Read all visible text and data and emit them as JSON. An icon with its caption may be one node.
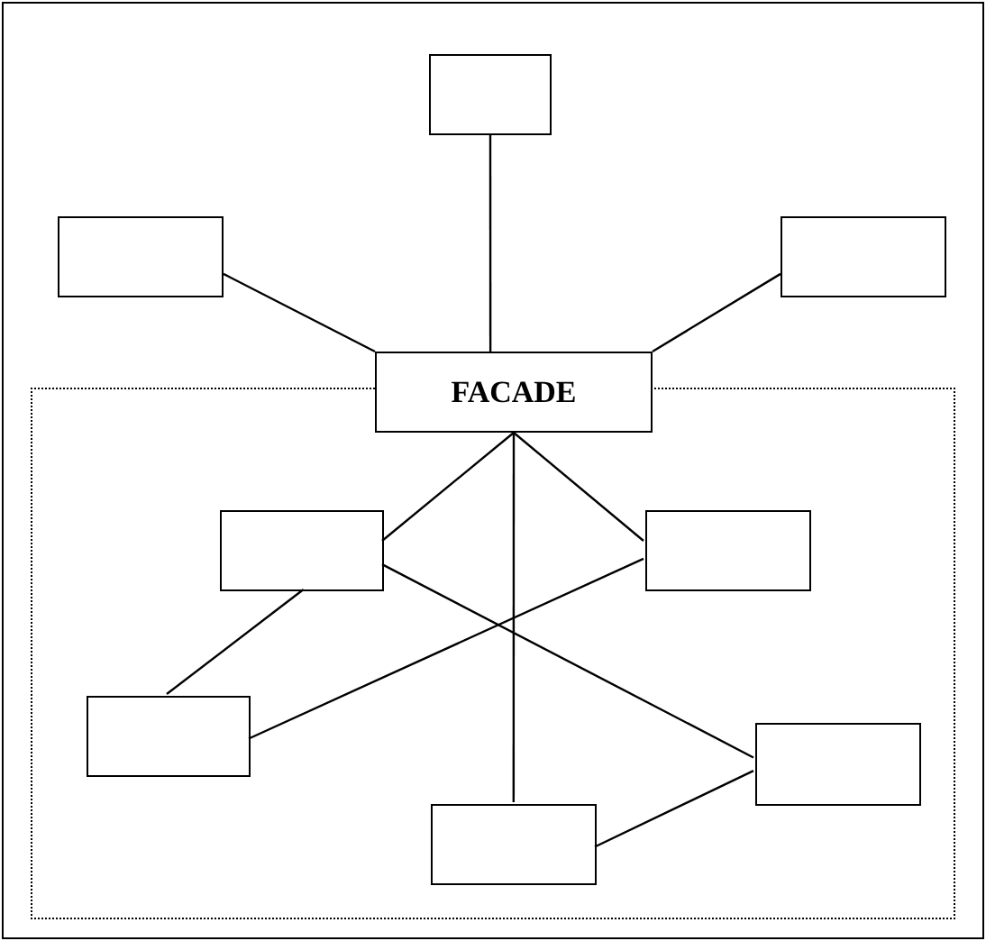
{
  "diagram": {
    "nodes": [
      {
        "text": [],
        "shape": "box"
      },
      {
        "text": [],
        "shape": "box"
      },
      {
        "text": [],
        "shape": "box"
      },
      {
        "text": [
          "FACADE"
        ]
      },
      {
        "text": [],
        "shape": "dotted-box"
      },
      {
        "text": [],
        "shape": "box",
        "in": 4
      },
      {
        "text": [],
        "shape": "box",
        "in": 4
      },
      {
        "text": [],
        "shape": "box",
        "in": 4
      },
      {
        "text": [],
        "shape": "box",
        "in": 4
      },
      {
        "text": [],
        "shape": "box",
        "in": 4
      }
    ],
    "edges": [
      {
        "from": 0,
        "to": 3,
        "arrow": "none"
      },
      {
        "from": 1,
        "to": 3,
        "arrow": "none"
      },
      {
        "from": 2,
        "to": 3,
        "arrow": "none"
      },
      {
        "from": 3,
        "to": 5,
        "arrow": "none"
      },
      {
        "from": 3,
        "to": 6,
        "arrow": "none"
      },
      {
        "from": 3,
        "to": 9,
        "arrow": "none"
      },
      {
        "from": 5,
        "to": 8,
        "arrow": "none"
      },
      {
        "from": 7,
        "to": 6,
        "arrow": "none"
      },
      {
        "from": 7,
        "to": 5,
        "arrow": "none"
      },
      {
        "from": 9,
        "to": 8,
        "arrow": "none"
      }
    ]
  }
}
